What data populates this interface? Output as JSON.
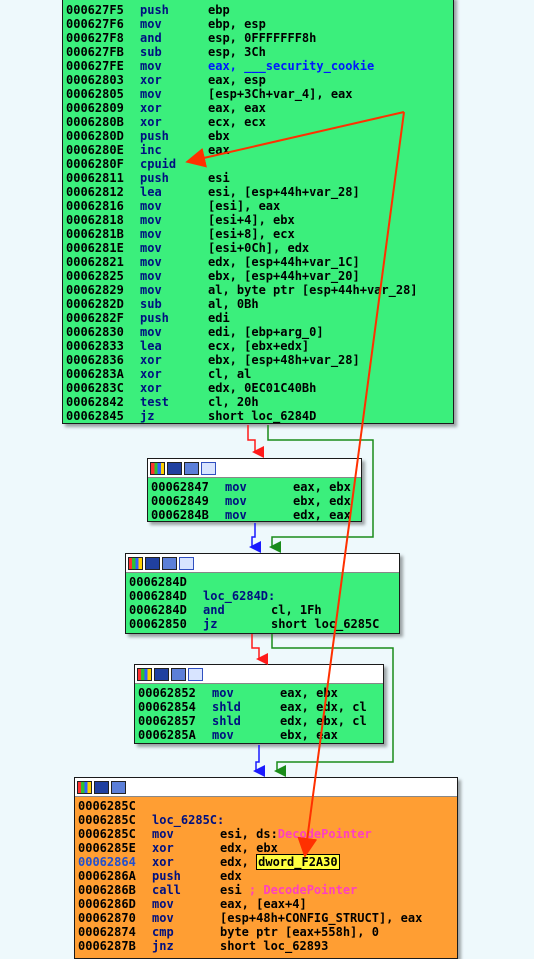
{
  "colors": {
    "background": "#eef9fc",
    "block_green": "#3bef7c",
    "block_orange": "#ff9e33",
    "edge_true": "#1a1aff",
    "edge_false": "#ff1a1a",
    "edge_uncond": "#1a8c1a",
    "xref_arrow": "#ff3000",
    "highlight": "#ffff40"
  },
  "toolbar_icons": [
    "graph-icon",
    "edit-icon",
    "view-icon",
    "struct-icon"
  ],
  "blocks": [
    {
      "id": "block1",
      "lines": [
        {
          "addr": "000627F5",
          "mn": "push",
          "op": "ebp"
        },
        {
          "addr": "000627F6",
          "mn": "mov",
          "op": "ebp, esp"
        },
        {
          "addr": "000627F8",
          "mn": "and",
          "op": "esp, 0FFFFFFF8h"
        },
        {
          "addr": "000627FB",
          "mn": "sub",
          "op": "esp, 3Ch"
        },
        {
          "addr": "000627FE",
          "mn": "mov",
          "op": "eax, ___security_cookie"
        },
        {
          "addr": "00062803",
          "mn": "xor",
          "op": "eax, esp"
        },
        {
          "addr": "00062805",
          "mn": "mov",
          "op": "[esp+3Ch+var_4], eax"
        },
        {
          "addr": "00062809",
          "mn": "xor",
          "op": "eax, eax"
        },
        {
          "addr": "0006280B",
          "mn": "xor",
          "op": "ecx, ecx"
        },
        {
          "addr": "0006280D",
          "mn": "push",
          "op": "ebx"
        },
        {
          "addr": "0006280E",
          "mn": "inc",
          "op": "eax"
        },
        {
          "addr": "0006280F",
          "mn": "cpuid",
          "op": ""
        },
        {
          "addr": "00062811",
          "mn": "push",
          "op": "esi"
        },
        {
          "addr": "00062812",
          "mn": "lea",
          "op": "esi, [esp+44h+var_28]"
        },
        {
          "addr": "00062816",
          "mn": "mov",
          "op": "[esi], eax"
        },
        {
          "addr": "00062818",
          "mn": "mov",
          "op": "[esi+4], ebx"
        },
        {
          "addr": "0006281B",
          "mn": "mov",
          "op": "[esi+8], ecx"
        },
        {
          "addr": "0006281E",
          "mn": "mov",
          "op": "[esi+0Ch], edx"
        },
        {
          "addr": "00062821",
          "mn": "mov",
          "op": "edx, [esp+44h+var_1C]"
        },
        {
          "addr": "00062825",
          "mn": "mov",
          "op": "ebx, [esp+44h+var_20]"
        },
        {
          "addr": "00062829",
          "mn": "mov",
          "op": "al, byte ptr [esp+44h+var_28]"
        },
        {
          "addr": "0006282D",
          "mn": "sub",
          "op": "al, 0Bh"
        },
        {
          "addr": "0006282F",
          "mn": "push",
          "op": "edi"
        },
        {
          "addr": "00062830",
          "mn": "mov",
          "op": "edi, [ebp+arg_0]"
        },
        {
          "addr": "00062833",
          "mn": "lea",
          "op": "ecx, [ebx+edx]"
        },
        {
          "addr": "00062836",
          "mn": "xor",
          "op": "ebx, [esp+48h+var_28]"
        },
        {
          "addr": "0006283A",
          "mn": "xor",
          "op": "cl, al"
        },
        {
          "addr": "0006283C",
          "mn": "xor",
          "op": "edx, 0EC01C40Bh"
        },
        {
          "addr": "00062842",
          "mn": "test",
          "op": "cl, 20h"
        },
        {
          "addr": "00062845",
          "mn": "jz",
          "op": "short loc_6284D"
        }
      ]
    },
    {
      "id": "block2",
      "lines": [
        {
          "addr": "00062847",
          "mn": "mov",
          "op": "eax, ebx"
        },
        {
          "addr": "00062849",
          "mn": "mov",
          "op": "ebx, edx"
        },
        {
          "addr": "0006284B",
          "mn": "mov",
          "op": "edx, eax"
        }
      ]
    },
    {
      "id": "block3",
      "lines": [
        {
          "addr": "0006284D",
          "mn": "",
          "op": ""
        },
        {
          "addr": "0006284D",
          "mn": "loc_6284D:",
          "op": ""
        },
        {
          "addr": "0006284D",
          "mn": "and",
          "op": "cl, 1Fh"
        },
        {
          "addr": "00062850",
          "mn": "jz",
          "op": "short loc_6285C"
        }
      ]
    },
    {
      "id": "block4",
      "lines": [
        {
          "addr": "00062852",
          "mn": "mov",
          "op": "eax, ebx"
        },
        {
          "addr": "00062854",
          "mn": "shld",
          "op": "eax, edx, cl"
        },
        {
          "addr": "00062857",
          "mn": "shld",
          "op": "edx, ebx, cl"
        },
        {
          "addr": "0006285A",
          "mn": "mov",
          "op": "ebx, eax"
        }
      ]
    },
    {
      "id": "block5",
      "lines": [
        {
          "addr": "0006285C",
          "mn": "",
          "op": ""
        },
        {
          "addr": "0006285C",
          "mn": "loc_6285C:",
          "op": ""
        },
        {
          "addr": "0006285C",
          "mn": "mov",
          "op": "esi, ds:",
          "op_imp": "DecodePointer"
        },
        {
          "addr": "0006285E",
          "mn": "xor",
          "op": "edx, ebx"
        },
        {
          "addr": "00062864",
          "mn": "xor",
          "op": "edx, ",
          "op_hl": "dword_F2A30"
        },
        {
          "addr": "0006286A",
          "mn": "push",
          "op": "edx"
        },
        {
          "addr": "0006286B",
          "mn": "call",
          "op": "esi ",
          "op_cmt": "; DecodePointer"
        },
        {
          "addr": "0006286D",
          "mn": "mov",
          "op": "eax, [eax+4]"
        },
        {
          "addr": "00062870",
          "mn": "mov",
          "op": "[esp+48h+CONFIG_STRUCT], eax"
        },
        {
          "addr": "00062874",
          "mn": "cmp",
          "op": "byte ptr [eax+558h], 0"
        },
        {
          "addr": "0006287B",
          "mn": "jnz",
          "op": "short loc_62893"
        }
      ]
    }
  ]
}
